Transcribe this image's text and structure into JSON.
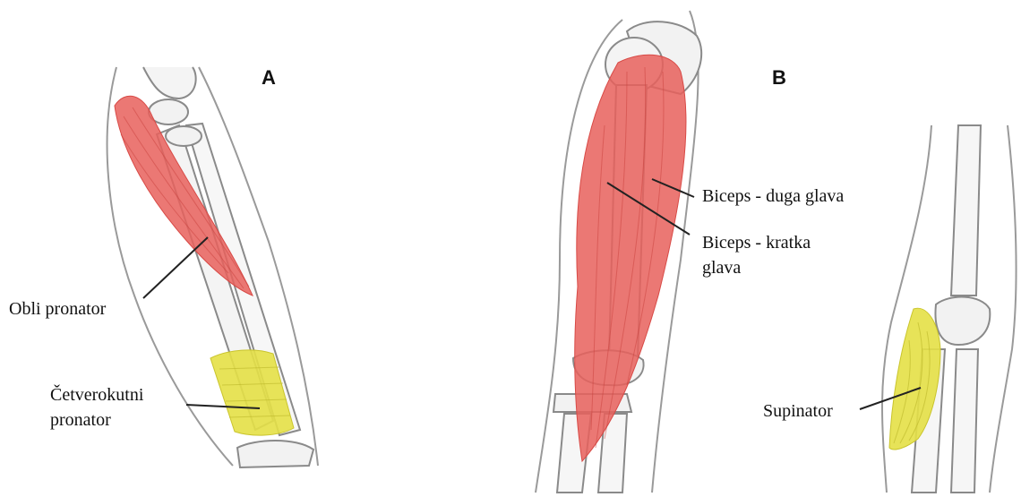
{
  "panels": [
    {
      "letter": "A"
    },
    {
      "letter": "B"
    }
  ],
  "labels": {
    "obli_pronator": "Obli pronator",
    "cetverokutni_line1": "Četverokutni",
    "cetverokutni_line2": "pronator",
    "biceps_duga": "Biceps - duga glava",
    "biceps_kratka_line1": "Biceps -  kratka",
    "biceps_kratka_line2": "glava",
    "supinator": "Supinator"
  },
  "colors": {
    "muscle_red": "#e8605c",
    "muscle_yellow": "#e4e046",
    "outline": "#9a9a9a",
    "bone_fill": "#f4f4f4",
    "leader": "#222222"
  }
}
